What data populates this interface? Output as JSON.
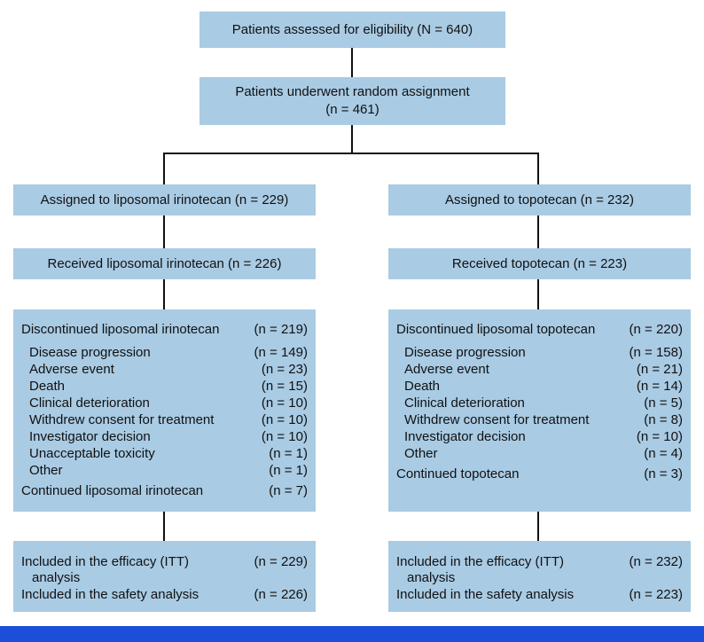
{
  "top": {
    "eligibility": "Patients assessed for eligibility (N = 640)",
    "randomized_line1": "Patients underwent random assignment",
    "randomized_line2": "(n = 461)"
  },
  "left": {
    "assigned": "Assigned to liposomal irinotecan (n = 229)",
    "received": "Received liposomal irinotecan (n = 226)",
    "discontinued_label": "Discontinued liposomal irinotecan",
    "discontinued_value": "(n = 219)",
    "reasons": [
      {
        "label": "Disease progression",
        "value": "(n = 149)"
      },
      {
        "label": "Adverse event",
        "value": "(n = 23)"
      },
      {
        "label": "Death",
        "value": "(n = 15)"
      },
      {
        "label": "Clinical deterioration",
        "value": "(n = 10)"
      },
      {
        "label": "Withdrew consent for treatment",
        "value": "(n = 10)"
      },
      {
        "label": "Investigator decision",
        "value": "(n = 10)"
      },
      {
        "label": "Unacceptable toxicity",
        "value": "(n = 1)"
      },
      {
        "label": "Other",
        "value": "(n = 1)"
      }
    ],
    "continued_label": "Continued liposomal irinotecan",
    "continued_value": "(n = 7)",
    "efficacy_line1": "Included in the efficacy (ITT)",
    "efficacy_line2": "analysis",
    "efficacy_value": "(n = 229)",
    "safety_label": "Included in the safety analysis",
    "safety_value": "(n = 226)"
  },
  "right": {
    "assigned": "Assigned to topotecan (n = 232)",
    "received": "Received topotecan (n = 223)",
    "discontinued_label": "Discontinued liposomal topotecan",
    "discontinued_value": "(n = 220)",
    "reasons": [
      {
        "label": "Disease progression",
        "value": "(n = 158)"
      },
      {
        "label": "Adverse event",
        "value": "(n = 21)"
      },
      {
        "label": "Death",
        "value": "(n = 14)"
      },
      {
        "label": "Clinical deterioration",
        "value": "(n = 5)"
      },
      {
        "label": "Withdrew consent for treatment",
        "value": "(n = 8)"
      },
      {
        "label": "Investigator decision",
        "value": "(n = 10)"
      },
      {
        "label": "Other",
        "value": "(n = 4)"
      }
    ],
    "continued_label": "Continued topotecan",
    "continued_value": "(n = 3)",
    "efficacy_line1": "Included in the efficacy (ITT)",
    "efficacy_line2": "analysis",
    "efficacy_value": "(n = 232)",
    "safety_label": "Included in the safety analysis",
    "safety_value": "(n = 223)"
  },
  "colors": {
    "box_fill": "#a9cbe4",
    "connector": "#111111",
    "footer": "#1c4ed8"
  }
}
